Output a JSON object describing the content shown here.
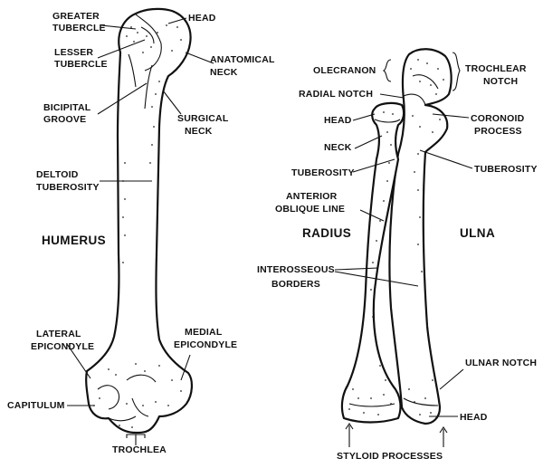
{
  "humerus": {
    "title": "HUMERUS",
    "labels": {
      "greater_tubercle": [
        "GREATER",
        "TUBERCLE"
      ],
      "head": "HEAD",
      "lesser_tubercle": [
        "LESSER",
        "TUBERCLE"
      ],
      "anatomical_neck": [
        "ANATOMICAL",
        "NECK"
      ],
      "bicipital_groove": [
        "BICIPITAL",
        "GROOVE"
      ],
      "surgical_neck": [
        "SURGICAL",
        "NECK"
      ],
      "deltoid_tuberosity": [
        "DELTOID",
        "TUBEROSITY"
      ],
      "lateral_epicondyle": [
        "LATERAL",
        "EPICONDYLE"
      ],
      "medial_epicondyle": [
        "MEDIAL",
        "EPICONDYLE"
      ],
      "capitulum": "CAPITULUM",
      "trochlea": "TROCHLEA"
    }
  },
  "forearm": {
    "radius_title": "RADIUS",
    "ulna_title": "ULNA",
    "labels": {
      "olecranon": "OLECRANON",
      "trochlear_notch": [
        "TROCHLEAR",
        "NOTCH"
      ],
      "radial_notch": "RADIAL NOTCH",
      "radius_head": "HEAD",
      "coronoid_process": [
        "CORONOID",
        "PROCESS"
      ],
      "neck": "NECK",
      "tuberosity_radius": "TUBEROSITY",
      "tuberosity_ulna": "TUBEROSITY",
      "anterior_oblique_line": [
        "ANTERIOR",
        "OBLIQUE LINE"
      ],
      "interosseous_borders": [
        "INTEROSSEOUS",
        "BORDERS"
      ],
      "ulnar_notch": "ULNAR NOTCH",
      "ulna_head": "HEAD",
      "styloid_processes": "STYLOID PROCESSES"
    }
  }
}
